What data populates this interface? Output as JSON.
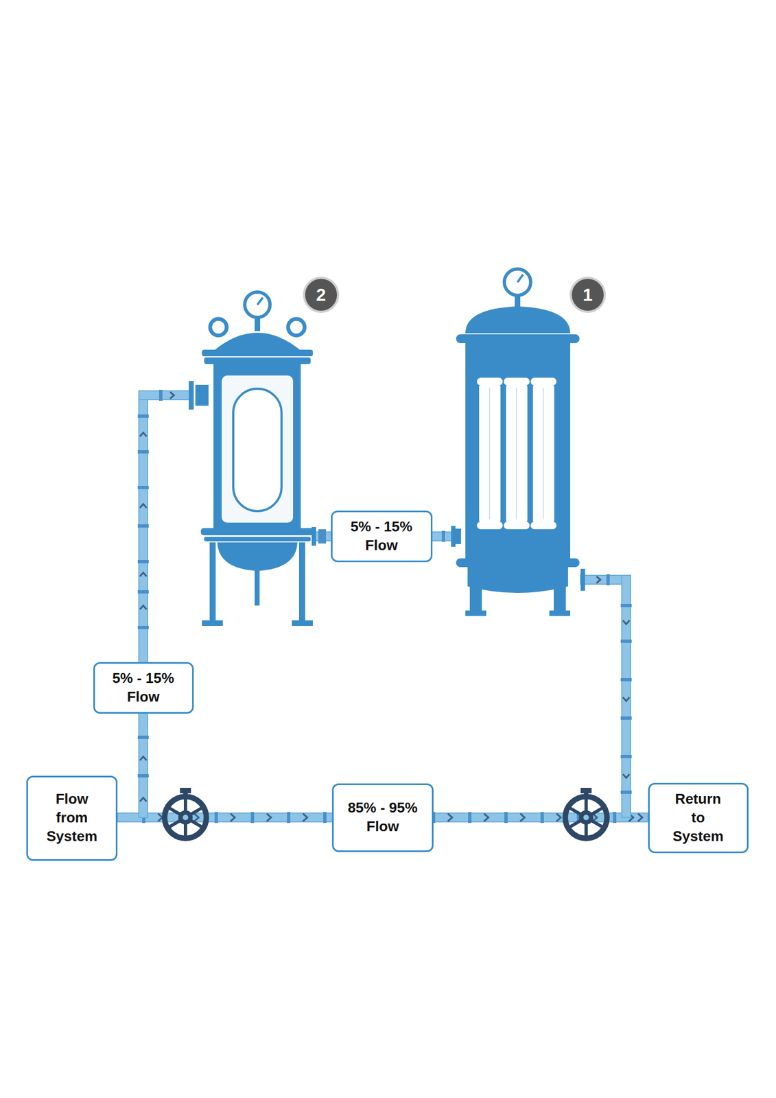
{
  "diagram": {
    "nodes": [
      {
        "text": [
          "2"
        ]
      },
      {
        "text": [
          "1"
        ]
      },
      {
        "text": [
          "Flow from System"
        ]
      },
      {
        "text": [
          "Return to System"
        ]
      }
    ],
    "edges": [
      {
        "from": 2,
        "to": 3,
        "arrow": "to",
        "label": "85% - 95% Flow"
      }
    ],
    "labels": [
      "5% - 15% Flow",
      "5% - 15% Flow"
    ]
  }
}
